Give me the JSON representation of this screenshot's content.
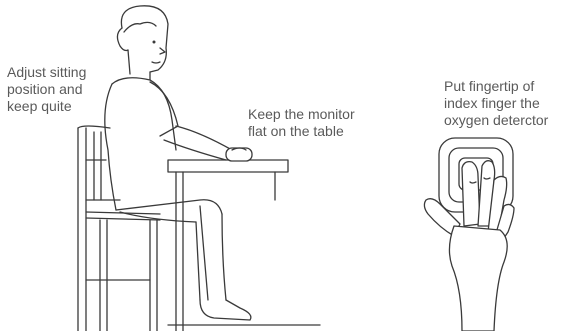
{
  "labels": {
    "sitting": [
      "Adjust sitting",
      "position and",
      "keep quite"
    ],
    "monitor": [
      "Keep the monitor",
      "flat on the table"
    ],
    "finger": [
      "Put fingertip of",
      "index finger the",
      "oxygen deterctor"
    ]
  },
  "illustrations": {
    "seated_person": "seated-person-illustration",
    "hand_on_detector": "hand-on-oxygen-detector-illustration"
  }
}
